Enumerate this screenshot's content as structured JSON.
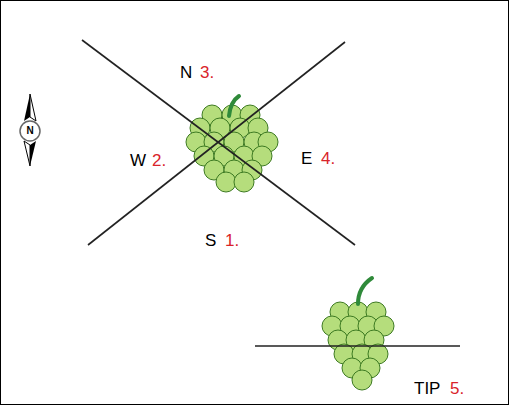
{
  "diagram": {
    "labels": [
      "N",
      "N",
      "3.",
      "W",
      "2.",
      "E",
      "4.",
      "S",
      "1.",
      "TIP",
      "5."
    ]
  }
}
